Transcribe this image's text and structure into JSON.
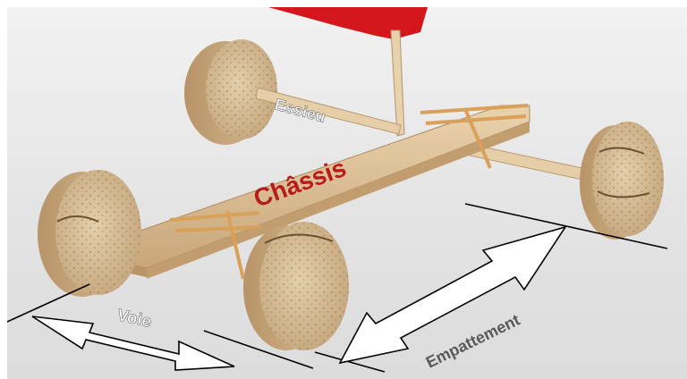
{
  "labels": {
    "axle": "Essieu",
    "chassis": "Châssis",
    "track": "Voie",
    "wheelbase": "Empattement"
  },
  "colors": {
    "background": "#ffffff",
    "photo_backdrop": "#e9eaea",
    "sail": "#d4171d",
    "chassis_label": "#b71c1c",
    "dimension_label": "#5a5a5a",
    "wood": "#dcc19a",
    "cork": "#d7bf9a"
  }
}
